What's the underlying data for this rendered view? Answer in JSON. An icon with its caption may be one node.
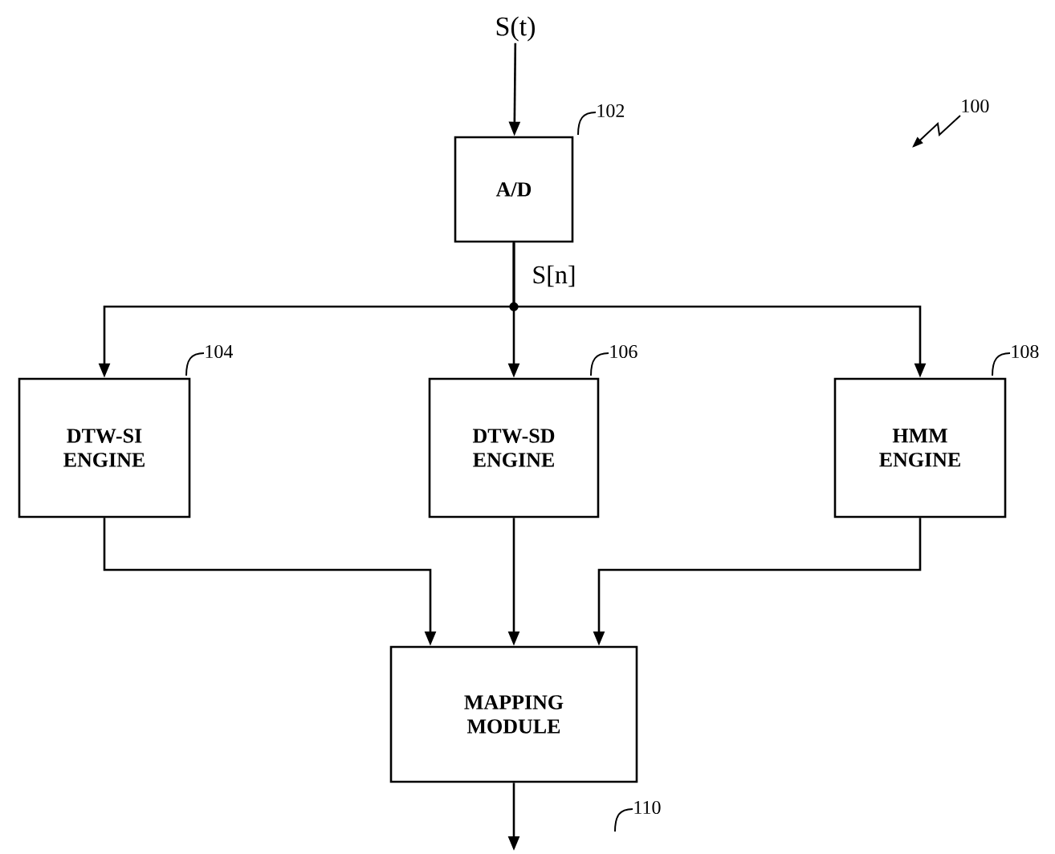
{
  "diagram": {
    "nodes": [
      {
        "text": [
          "S(t)"
        ]
      },
      {
        "text": [
          "A/D"
        ],
        "beside": [
          "102"
        ]
      },
      {
        "text": [
          "DTW-SI ENGINE"
        ],
        "beside": [
          "104"
        ]
      },
      {
        "text": [
          "DTW-SD ENGINE"
        ],
        "beside": [
          "106"
        ]
      },
      {
        "text": [
          "HMM ENGINE"
        ],
        "beside": [
          "108"
        ]
      },
      {
        "text": [
          "MAPPING MODULE"
        ],
        "beside": [
          "110"
        ]
      }
    ],
    "edges": [
      {
        "from": 0,
        "to": 1,
        "arrow": "to"
      },
      {
        "from": 1,
        "to": 2,
        "arrow": "to"
      },
      {
        "from": 1,
        "to": 3,
        "arrow": "to",
        "label": "S[n]"
      },
      {
        "from": 1,
        "to": 4,
        "arrow": "to"
      },
      {
        "from": 2,
        "to": 5,
        "arrow": "to"
      },
      {
        "from": 3,
        "to": 5,
        "arrow": "to"
      },
      {
        "from": 4,
        "to": 5,
        "arrow": "to"
      },
      {
        "from": 5,
        "to": null,
        "arrow": "to"
      }
    ],
    "labels": [
      "100"
    ]
  }
}
